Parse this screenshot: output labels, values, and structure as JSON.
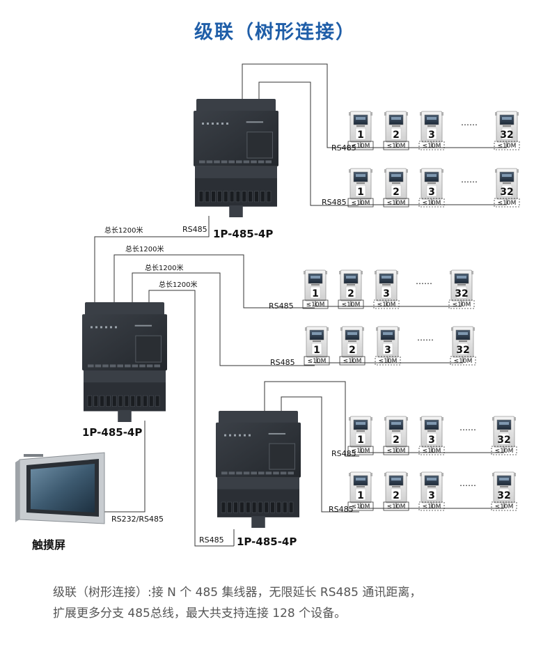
{
  "title": "级联（树形连接）",
  "labels": {
    "rs485": "RS485",
    "meter_distance": "≤10M",
    "ellipsis": "……",
    "total_length": "总长1200米",
    "hub_model": "1P-485-4P",
    "hmi_link": "RS232/RS485",
    "hmi_name": "触摸屏"
  },
  "meter_numbers": [
    "1",
    "2",
    "3",
    "32"
  ],
  "description": {
    "line1": "级联（树形连接）:接 N 个 485 集线器，无限延长 RS485 通讯距离，",
    "line2": "扩展更多分支 485总线，最大共支持连接 128 个设备。"
  }
}
